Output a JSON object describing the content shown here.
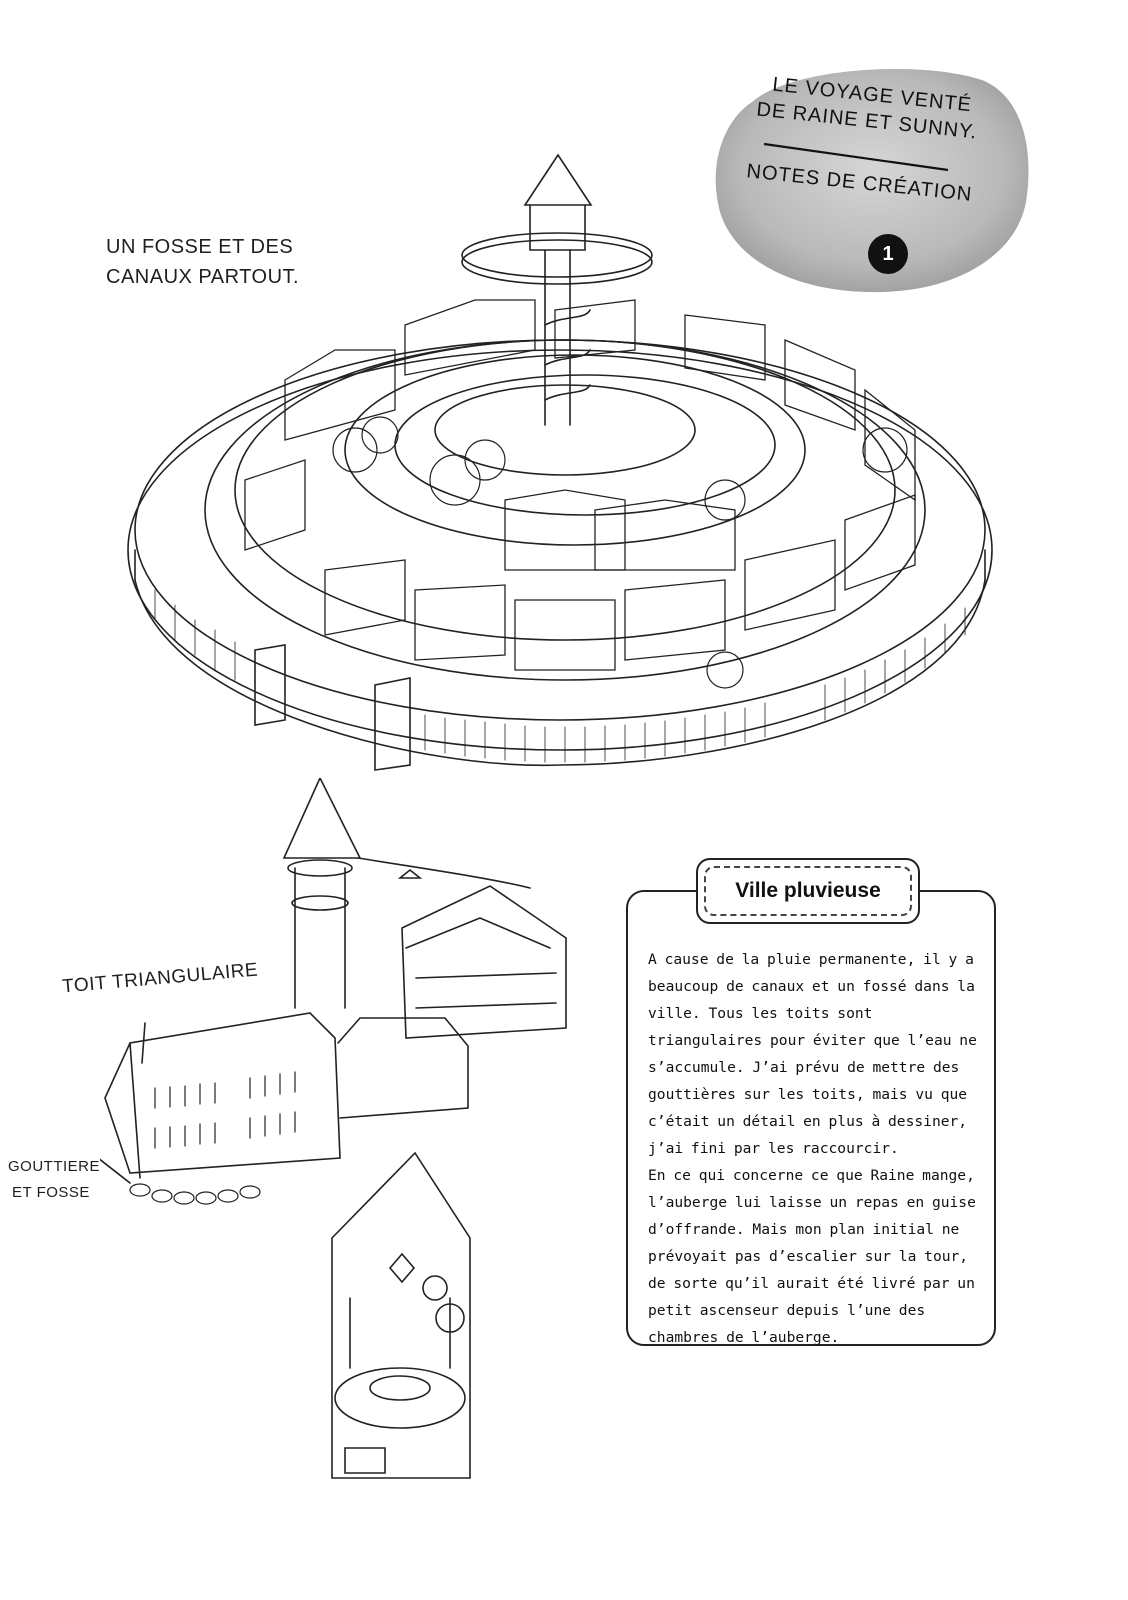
{
  "badge": {
    "title_line1": "Le voyage venté",
    "title_line2": "de Raine et Sunny.",
    "subtitle": "Notes de création",
    "number": "1"
  },
  "captions": {
    "top_line1": "Un fosse et des",
    "top_line2": "canaux partout.",
    "roof": "Toit triangulaire",
    "gutter_line1": "Gouttiere",
    "gutter_line2": "et fosse"
  },
  "note": {
    "title": "Ville pluvieuse",
    "paragraph1": "A cause de la pluie permanente, il y a beaucoup de canaux et un fossé dans la ville. Tous les toits sont triangulaires pour éviter que l’eau ne s’accumule. J’ai prévu de mettre des gouttières sur les toits, mais vu que c’était un détail en plus à dessiner, j’ai fini par les raccourcir.",
    "paragraph2": "En ce qui concerne ce que Raine mange, l’auberge lui laisse un repas en guise d’offrande. Mais mon plan initial ne prévoyait pas d’escalier sur la tour, de sorte qu’il aurait été livré par un petit ascenseur depuis l’une des chambres de l’auberge."
  }
}
